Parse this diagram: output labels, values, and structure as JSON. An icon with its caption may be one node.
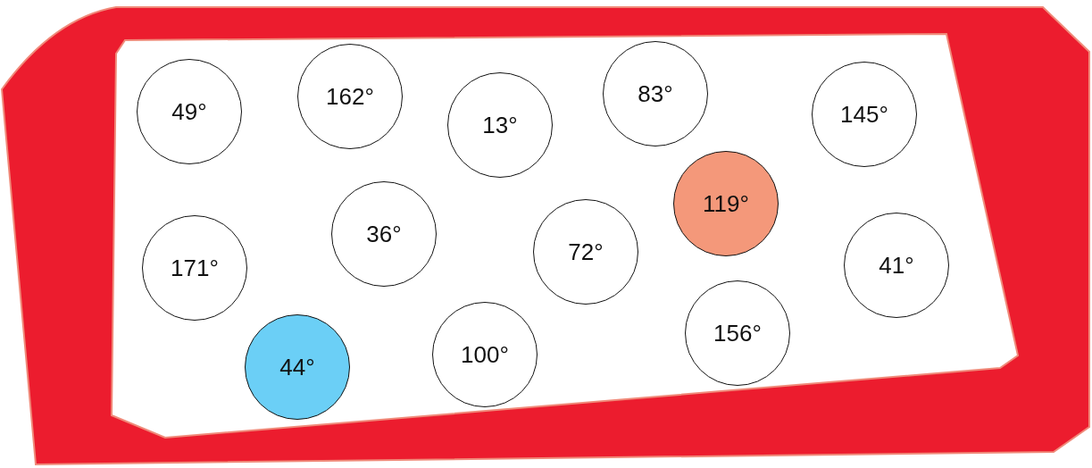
{
  "diagram": {
    "nodes": [
      {
        "text": [],
        "shape": "box"
      },
      {
        "text": [
          "49°"
        ],
        "in": 0
      },
      {
        "text": [
          "162°"
        ],
        "in": 0
      },
      {
        "text": [
          "13°"
        ],
        "in": 0
      },
      {
        "text": [
          "83°"
        ],
        "in": 0
      },
      {
        "text": [
          "145°"
        ],
        "in": 0
      },
      {
        "text": [
          "119°"
        ],
        "in": 0
      },
      {
        "text": [
          "36°"
        ],
        "in": 0
      },
      {
        "text": [
          "72°"
        ],
        "in": 0
      },
      {
        "text": [
          "171°"
        ],
        "in": 0
      },
      {
        "text": [
          "41°"
        ],
        "in": 0
      },
      {
        "text": [
          "156°"
        ],
        "in": 0
      },
      {
        "text": [
          "100°"
        ],
        "in": 0
      },
      {
        "text": [
          "44°"
        ],
        "in": 0
      }
    ]
  }
}
